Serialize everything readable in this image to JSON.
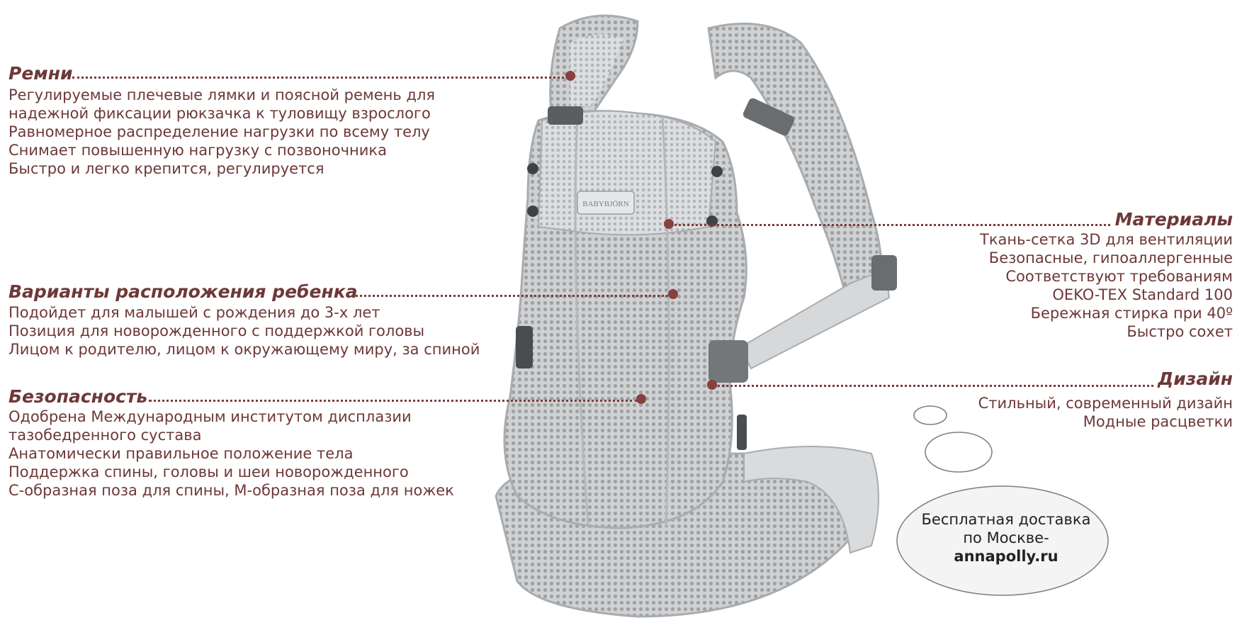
{
  "sections": {
    "straps": {
      "title": "Ремни",
      "lines": [
        "Регулируемые плечевые лямки и поясной ремень для",
        "надежной фиксации рюкзачка к туловищу взрослого",
        "Равномерное распределение нагрузки по всему телу",
        "Снимает повышенную нагрузку с позвоночника",
        "Быстро и легко крепится, регулируется"
      ]
    },
    "positions": {
      "title": "Варианты расположения ребенка",
      "lines": [
        "Подойдет для малышей с рождения до 3-х лет",
        "Позиция для новорожденного с поддержкой головы",
        "Лицом к родителю, лицом к окружающему миру, за спиной"
      ]
    },
    "safety": {
      "title": "Безопасность",
      "lines": [
        "Одобрена Международным институтом дисплазии",
        "тазобедренного сустава",
        "Анатомически правильное положение тела",
        "Поддержка спины, головы и шеи новорожденного",
        "С-образная поза для спины, М-образная поза для ножек"
      ]
    },
    "materials": {
      "title": "Материалы",
      "lines": [
        "Ткань-сетка 3D для вентиляции",
        "Безопасные, гипоаллергенные",
        "Соответствуют требованиям",
        "OEKO-TEX Standard 100",
        "Бережная стирка при 40º",
        "Быстро сохет"
      ]
    },
    "design": {
      "title": "Дизайн",
      "lines": [
        "Стильный, современный дизайн",
        "Модные расцветки"
      ]
    }
  },
  "bubble": {
    "line1": "Бесплатная доставка",
    "line2": "по Москве-",
    "brand": "annapolly.ru"
  },
  "carrier_label": "BABYBJÖRN",
  "colors": {
    "text": "#6e3838",
    "leader": "#7a3b3b",
    "marker": "#8a3f3f",
    "mesh": "#c9cbcd"
  }
}
